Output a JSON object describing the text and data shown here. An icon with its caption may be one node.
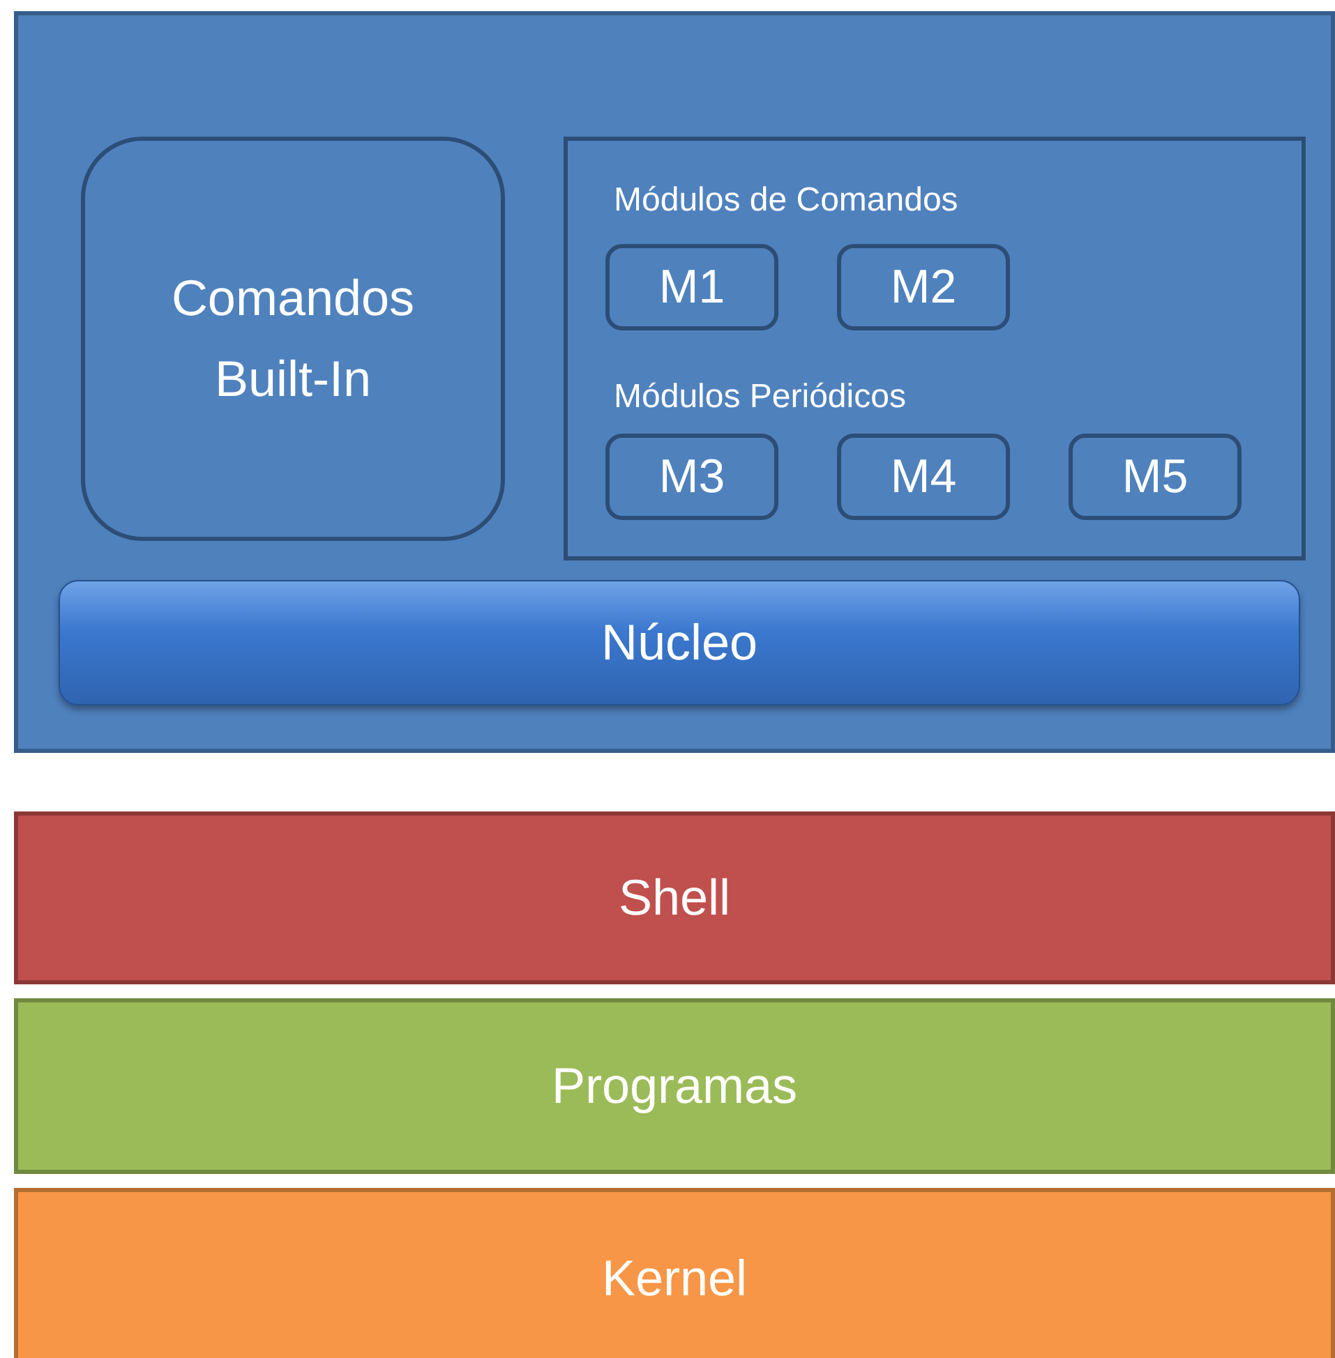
{
  "diagram": {
    "nodes": [
      {
        "text": [],
        "shape": "box"
      },
      {
        "text": [
          "Comandos Built-In"
        ],
        "in": 0
      },
      {
        "text": [
          "Módulos de Comandos",
          "Módulos Periódicos"
        ],
        "in": 0
      },
      {
        "text": [
          "M1"
        ],
        "in": 2
      },
      {
        "text": [
          "M2"
        ],
        "in": 2
      },
      {
        "text": [
          "M3"
        ],
        "in": 2
      },
      {
        "text": [
          "M4"
        ],
        "in": 2
      },
      {
        "text": [
          "M5"
        ],
        "in": 2
      },
      {
        "text": [
          "Núcleo"
        ],
        "in": 0
      },
      {
        "text": [
          "Shell"
        ]
      },
      {
        "text": [
          "Programas"
        ]
      },
      {
        "text": [
          "Kernel"
        ]
      }
    ]
  }
}
